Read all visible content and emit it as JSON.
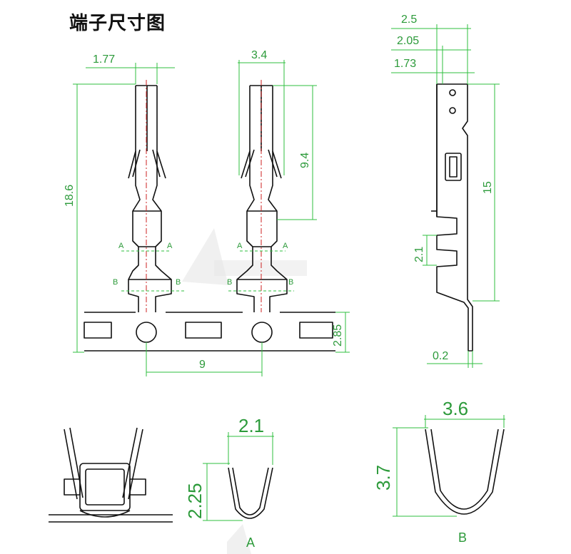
{
  "title": "端子尺寸图",
  "dimensions": {
    "top_width": "1.77",
    "head_width": "3.4",
    "overall_length": "18.6",
    "crimp_length": "9.4",
    "carrier_pitch": "9",
    "carrier_height": "2.85",
    "side_2_5": "2.5",
    "side_2_05": "2.05",
    "side_1_73": "1.73",
    "side_length": "15",
    "side_2_1": "2.1",
    "side_thickness": "0.2",
    "section_a_width": "2.1",
    "section_a_height": "2.25",
    "section_b_width": "3.6",
    "section_b_height": "3.7"
  },
  "section_labels": {
    "a": "A",
    "b": "B"
  },
  "colors": {
    "dimension": "#2fbf3f",
    "outline": "#111111",
    "centerline": "#cc2222"
  }
}
